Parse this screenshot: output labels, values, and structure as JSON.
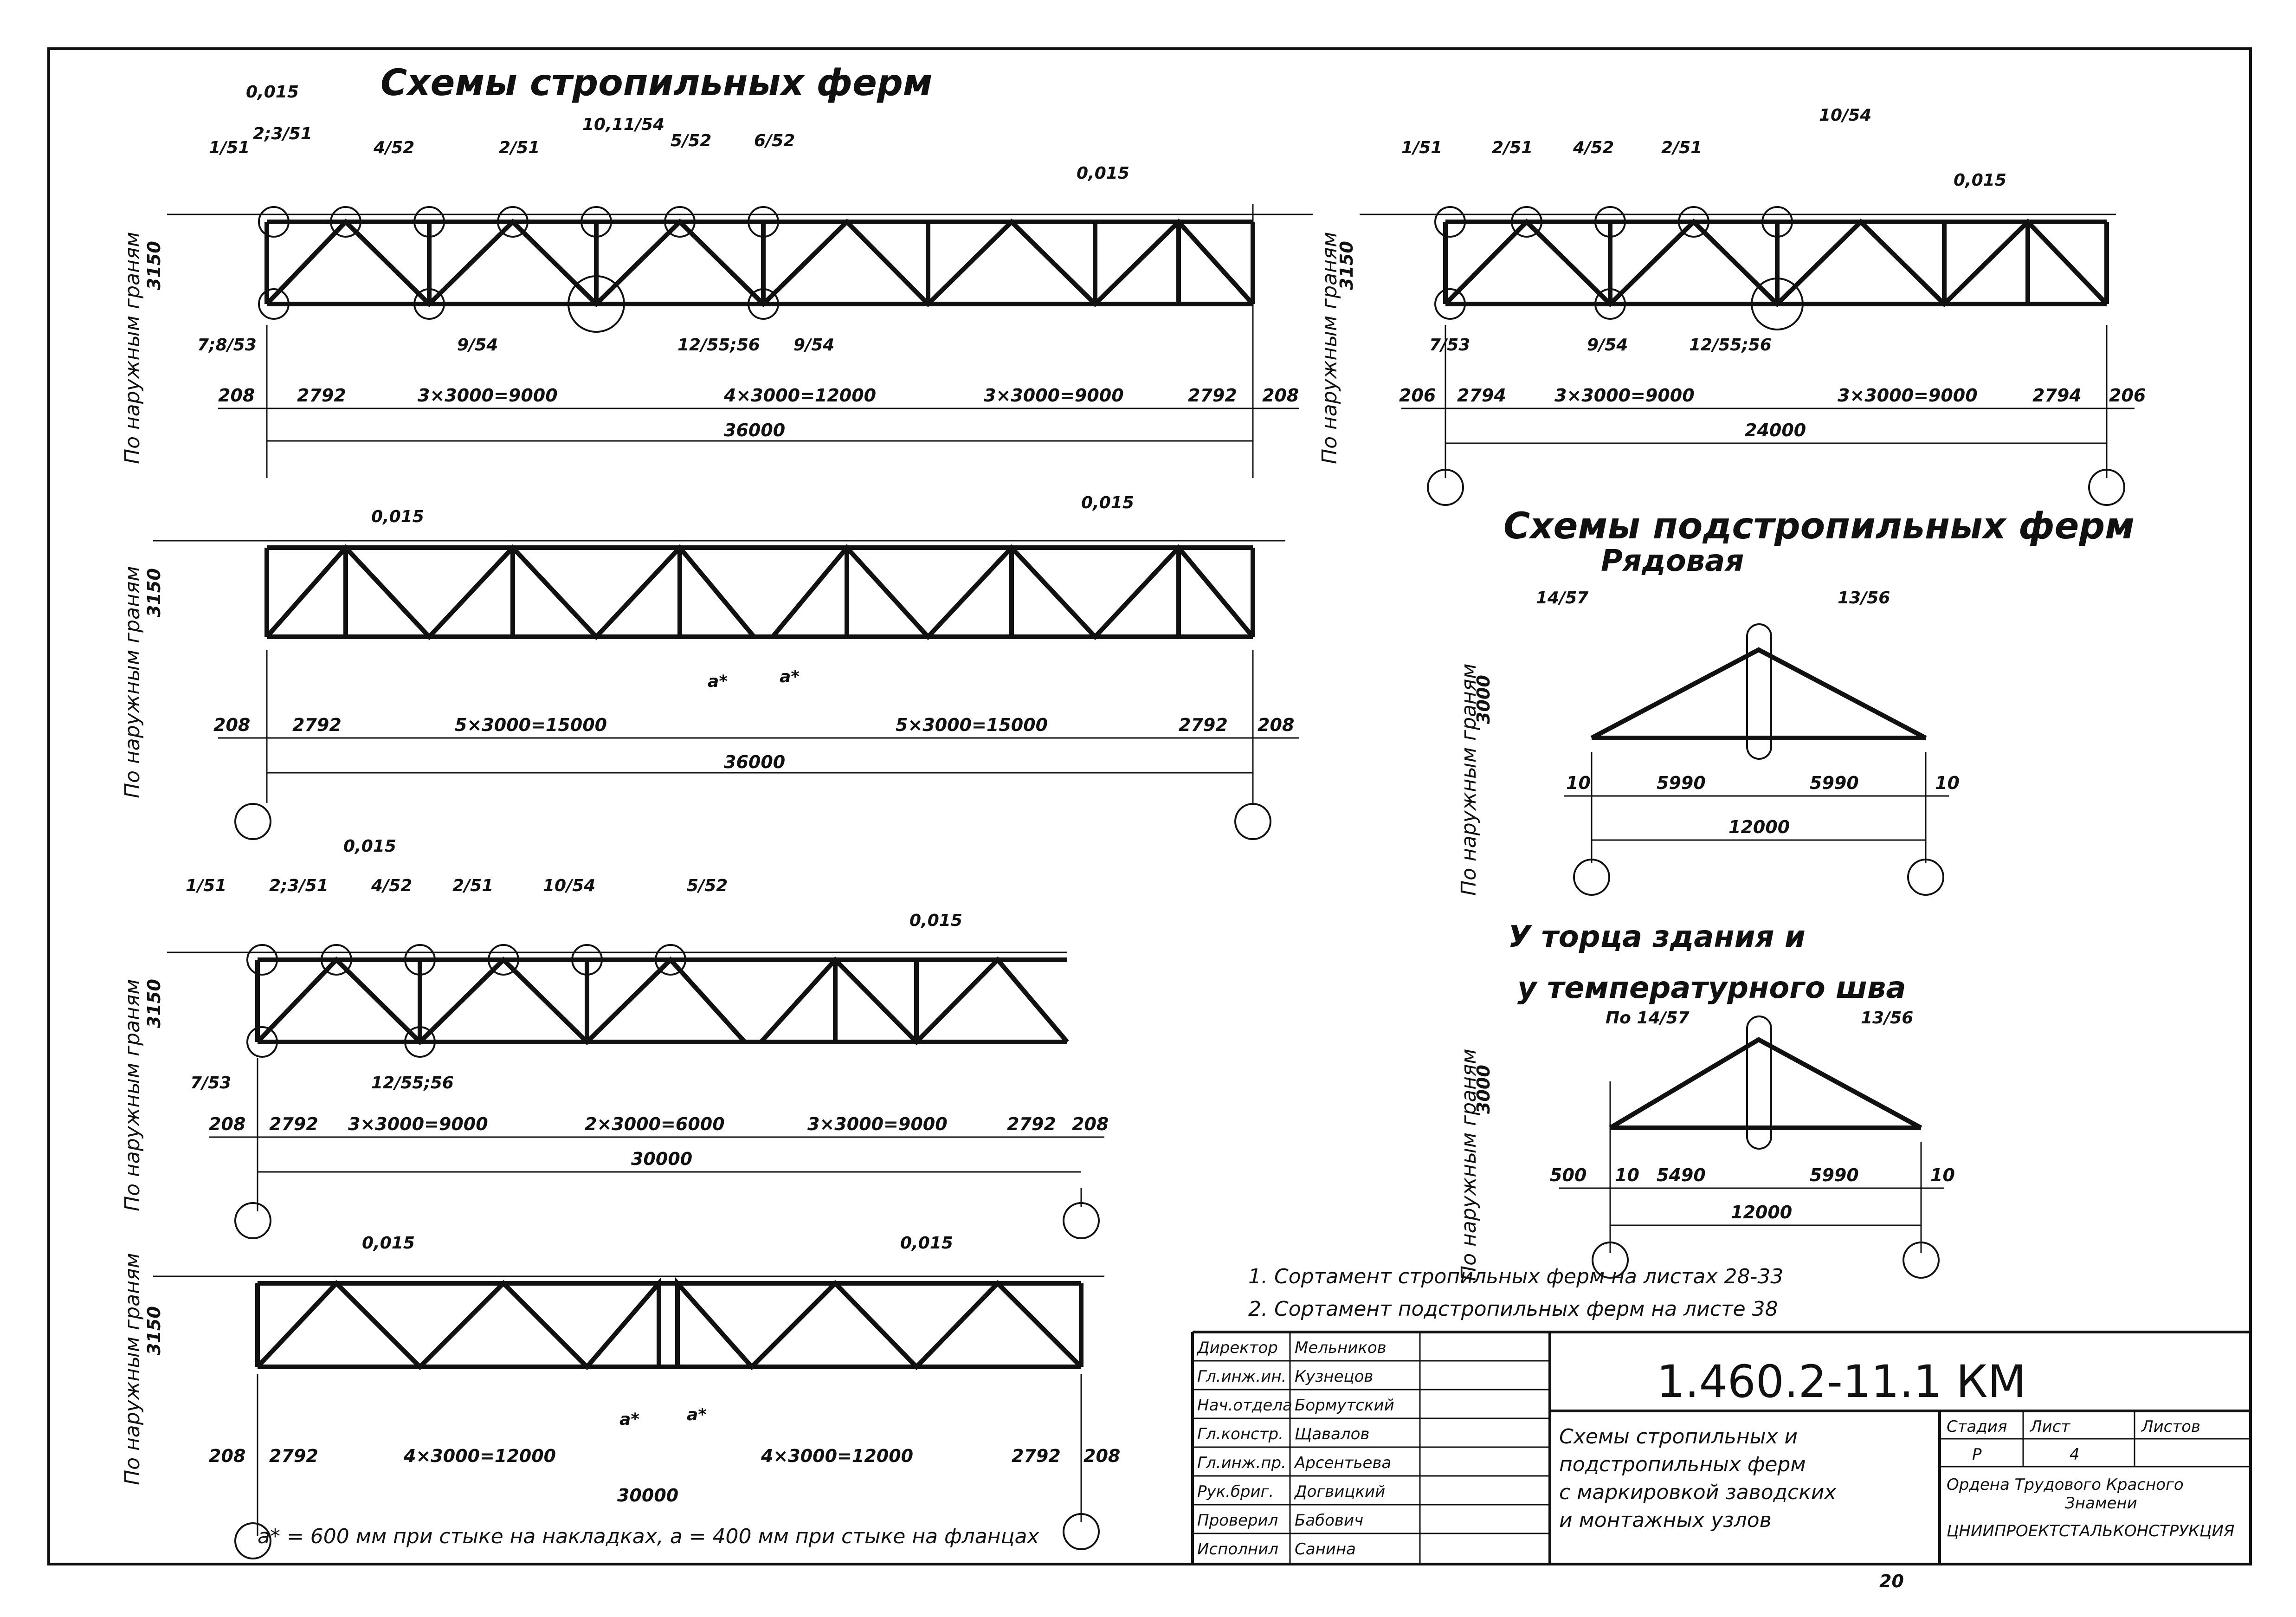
{
  "headings": {
    "roof_trusses": "Схемы стропильных ферм",
    "sub_trusses": "Схемы подстропильных ферм",
    "row_type": "Рядовая",
    "end_wall_1": "У торца здания и",
    "end_wall_2": "у температурного шва"
  },
  "labels": {
    "outer_faces": "По наружным граням"
  },
  "truss1": {
    "height": "3150",
    "slope_left": "0,015",
    "slope_right": "0,015",
    "dims": [
      "208",
      "2792",
      "3×3000=9000",
      "4×3000=12000",
      "3×3000=9000",
      "2792",
      "208"
    ],
    "total": "36000",
    "marks": [
      "1/51",
      "2;3/51",
      "4/52",
      "2/51",
      "10,11/54",
      "5/52",
      "6/52",
      "7;8/53",
      "9/54",
      "12/55;56",
      "9/54"
    ]
  },
  "truss2": {
    "height": "3150",
    "slope_right": "0,015",
    "dims": [
      "206",
      "2794",
      "3×3000=9000",
      "3×3000=9000",
      "2794",
      "206"
    ],
    "total": "24000",
    "marks": [
      "1/51",
      "2/51",
      "4/52",
      "2/51",
      "10/54",
      "7/53",
      "9/54",
      "12/55;56"
    ]
  },
  "truss3": {
    "height": "3150",
    "slope_left": "0,015",
    "slope_right": "0,015",
    "dims": [
      "208",
      "2792",
      "5×3000=15000",
      "5×3000=15000",
      "2792",
      "208"
    ],
    "total": "36000",
    "joint_left": "a*",
    "joint_right": "a*"
  },
  "truss4": {
    "height": "3150",
    "slope_left": "0,015",
    "slope_right": "0,015",
    "dims": [
      "208",
      "2792",
      "3×3000=9000",
      "2×3000=6000",
      "3×3000=9000",
      "2792",
      "208"
    ],
    "total": "30000",
    "marks": [
      "1/51",
      "2;3/51",
      "4/52",
      "2/51",
      "10/54",
      "5/52",
      "7/53",
      "12/55;56"
    ]
  },
  "truss5": {
    "height": "3150",
    "slope_left": "0,015",
    "slope_right": "0,015",
    "dims": [
      "208",
      "2792",
      "4×3000=12000",
      "4×3000=12000",
      "2792",
      "208"
    ],
    "total": "30000",
    "joint_left": "a*",
    "joint_right": "a*"
  },
  "sub_row": {
    "height": "3000",
    "dims": [
      "10",
      "5990",
      "5990",
      "10"
    ],
    "total": "12000",
    "marks": [
      "14/57",
      "13/56"
    ]
  },
  "sub_end": {
    "height": "3000",
    "dims": [
      "500",
      "10",
      "5490",
      "5990",
      "10"
    ],
    "total": "12000",
    "marks": [
      "По 14/57",
      "13/56"
    ]
  },
  "notes": [
    "1. Сортамент стропильных ферм на листах 28-33",
    "2. Сортамент подстропильных ферм на листе 38"
  ],
  "footnote": "a* = 600 мм при стыке на накладках, a = 400 мм при стыке на фланцах",
  "title_block": {
    "roles": [
      "Директор",
      "Гл.инж.ин.",
      "Нач.отдела",
      "Гл.констр.",
      "Гл.инж.пр.",
      "Рук.бриг.",
      "Проверил",
      "Исполнил"
    ],
    "names": [
      "Мельников",
      "Кузнецов",
      "Бормутский",
      "Щавалов",
      "Арсентьева",
      "Догвицкий",
      "Бабович",
      "Санина"
    ],
    "code": "1.460.2-11.1 КМ",
    "sheet_title": [
      "Схемы стропильных и",
      "подстропильных ферм",
      "с маркировкой заводских",
      "и монтажных узлов"
    ],
    "stage_label": "Стадия",
    "sheet_label": "Лист",
    "sheets_label": "Листов",
    "stage": "Р",
    "sheet": "4",
    "org_line1": "Ордена Трудового Красного",
    "org_line2": "Знамени",
    "org_line3": "ЦНИИПРОЕКТСТАЛЬКОНСТРУКЦИЯ"
  },
  "page_number": "20"
}
